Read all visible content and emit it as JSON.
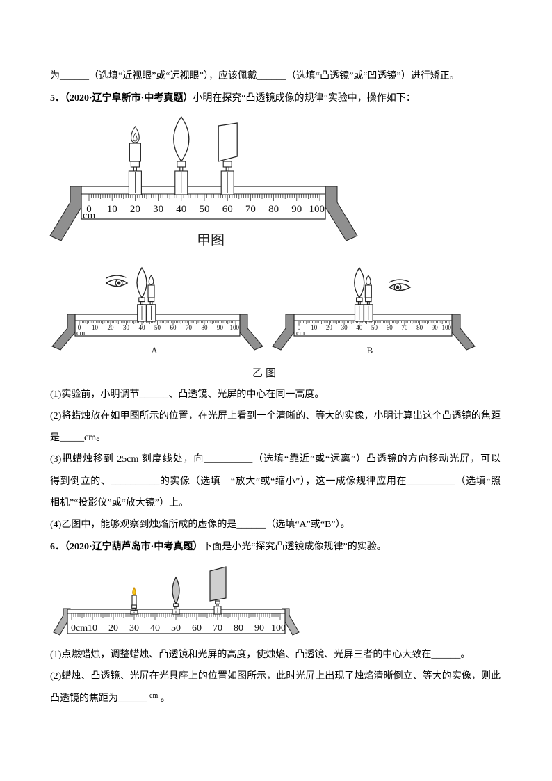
{
  "colors": {
    "text": "#000000",
    "support_leg": "#8f8f8f",
    "support_leg_q6": "#b0b0b0",
    "flame_q6": "#f5c518",
    "flame_q6_outline": "#c98a00",
    "lens_q6": "#c4c4c4",
    "screen_q6": "#cfcfcf"
  },
  "q4_tail": "为______（选填“近视眼”或“远视眼”），应该佩戴______（选填“凸透镜”或“凹透镜”）进行矫正。",
  "q5": {
    "header": "5．（2020·辽宁阜新市·中考真题）",
    "stem": "小明在探究“凸透镜成像的规律”实验中，操作如下：",
    "figure_jia": {
      "caption": "甲图",
      "scale_labels": [
        "0",
        "10",
        "20",
        "30",
        "40",
        "50",
        "60",
        "70",
        "80",
        "90",
        "100"
      ],
      "unit": "cm",
      "candle_cm": 20,
      "lens_cm": 40,
      "screen_cm": 60
    },
    "figure_yi": {
      "caption": "乙图",
      "scale_labels": [
        "0",
        "10",
        "20",
        "30",
        "40",
        "50",
        "60",
        "70",
        "80",
        "90",
        "100"
      ],
      "unit": "cm",
      "panels": [
        {
          "label": "A",
          "eye_side": "left",
          "lens_cm": 40,
          "candle_cm": 46
        },
        {
          "label": "B",
          "eye_side": "right",
          "lens_cm": 40,
          "candle_cm": 46
        }
      ]
    },
    "parts": {
      "p1": "(1)实验前，小明调节______、凸透镜、光屏的中心在同一高度。",
      "p2_line1": "(2)将蜡烛放在如甲图所示的位置，在光屏上看到一个清晰的、等大的实像，小明计算出这个凸透镜的焦距",
      "p2_line2": "是_____cm。",
      "p3_line1": "(3)把蜡烛移到 25cm 刻度线处，向__________（选填“靠近”或“远离”）凸透镜的方向移动光屏，可以",
      "p3_line2": "得到倒立的、__________的实像（选填　“放大”或“缩小”），这一成像规律应用在__________（选填“照",
      "p3_line3": "相机”“投影仪”或“放大镜”）上。",
      "p4": "(4)乙图中，能够观察到烛焰所成的虚像的是______（选填“A”或“B”）。"
    }
  },
  "q6": {
    "header": "6．（2020·辽宁葫芦岛市·中考真题）",
    "stem": "下面是小光“探究凸透镜成像规律”的实验。",
    "figure": {
      "scale_labels": [
        "0cm",
        "10",
        "20",
        "30",
        "40",
        "50",
        "60",
        "70",
        "80",
        "90",
        "100"
      ],
      "candle_cm": 30,
      "lens_cm": 50,
      "screen_cm": 70
    },
    "parts": {
      "p1": "(1)点燃蜡烛，调整蜡烛、凸透镜和光屏的高度，使烛焰、凸透镜、光屏三者的中心大致在______。",
      "p2_line1": "(2)蜡烛、凸透镜、光屏在光具座上的位置如图所示，此时光屏上出现了烛焰清晰倒立、等大的实像，则此",
      "p2_line2": "凸透镜的焦距为______",
      "p2_unit": "cm",
      "p2_end": " 。"
    }
  }
}
